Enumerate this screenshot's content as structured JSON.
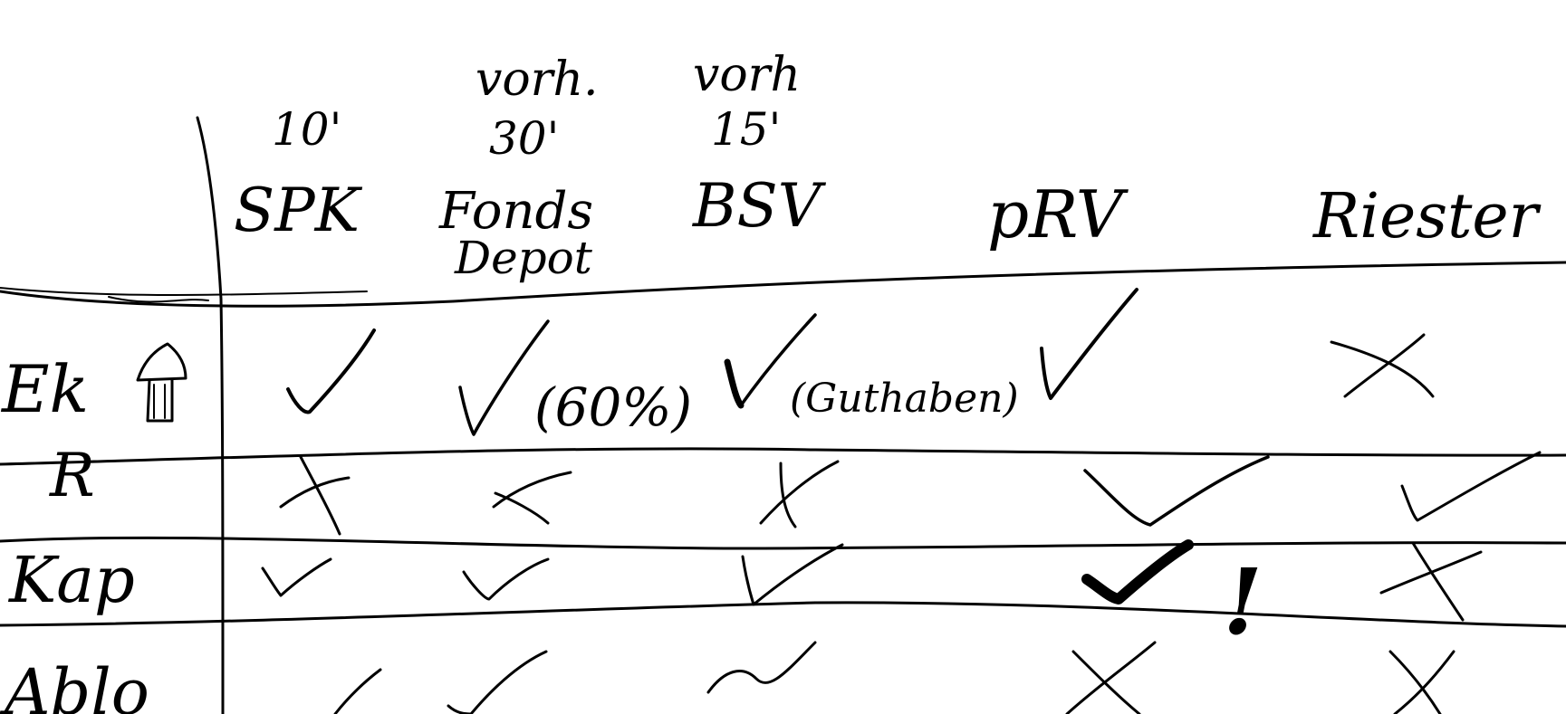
{
  "colors": {
    "ink": "#000000",
    "paper": "#ffffff"
  },
  "columns": [
    {
      "key": "spk",
      "name": "SPK",
      "note_line1": "10'",
      "note_line2": ""
    },
    {
      "key": "fonds",
      "name": "Fonds",
      "name_line2": "Depot",
      "note_line1": "vorh.",
      "note_line2": "30'"
    },
    {
      "key": "bsv",
      "name": "BSV",
      "note_line1": "vorh",
      "note_line2": "15'"
    },
    {
      "key": "prv",
      "name": "pRV",
      "note_line1": "",
      "note_line2": ""
    },
    {
      "key": "riester",
      "name": "Riester",
      "note_line1": "",
      "note_line2": ""
    }
  ],
  "rows": [
    {
      "key": "ek",
      "label": "Ek"
    },
    {
      "key": "r",
      "label": "R"
    },
    {
      "key": "kap",
      "label": "Kap"
    },
    {
      "key": "abl",
      "label": "Ablo"
    }
  ],
  "cells": {
    "ek": [
      "check",
      "check",
      "check",
      "check",
      "cross"
    ],
    "r": [
      "cross",
      "cross",
      "cross",
      "check",
      "check"
    ],
    "kap": [
      "check",
      "check",
      "check",
      "check-bold",
      "cross"
    ],
    "abl": [
      "check",
      "check",
      "tilde",
      "cross",
      "cross"
    ]
  },
  "annotations": {
    "fonds_ek": "(60%)",
    "bsv_ek": "(Guthaben)",
    "kap_exclaim": "!"
  }
}
